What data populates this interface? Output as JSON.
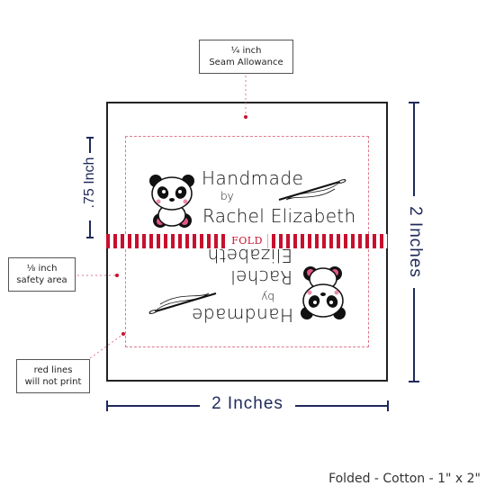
{
  "callouts": {
    "seam_line1": "¼ inch",
    "seam_line2": "Seam Allowance",
    "safety_line1": "⅛ inch",
    "safety_line2": "safety area",
    "redlines_line1": "red lines",
    "redlines_line2": "will not print"
  },
  "label_text": {
    "line1": "Handmade",
    "line2": "by",
    "line3": "Rachel Elizabeth"
  },
  "fold_label": "FOLD",
  "dimensions": {
    "height_half": ".75 Inch",
    "height_full": "2 Inches",
    "width_full": "2 Inches"
  },
  "footer": "Folded - Cotton - 1\" x 2\"",
  "colors": {
    "dimension": "#1f2a5a",
    "fold_red": "#c8102e",
    "guide_pink": "#e07a8e",
    "panda_pink": "#e4578a"
  },
  "icons": [
    "panda-icon",
    "needle-thread-icon"
  ]
}
